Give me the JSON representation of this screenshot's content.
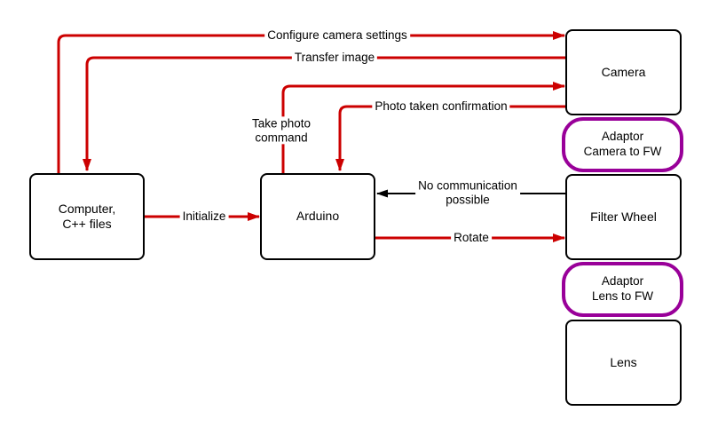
{
  "diagram": {
    "title_hint": "Camera control flow diagram",
    "colors": {
      "red": "#cc0000",
      "black": "#000000",
      "purple": "#990099",
      "background": "#ffffff",
      "dot": "#ff3333"
    },
    "nodes": {
      "computer": {
        "label": "Computer, C++ files",
        "lines": [
          "Computer,",
          "C++ files"
        ]
      },
      "arduino": {
        "label": "Arduino"
      },
      "camera": {
        "label": "Camera"
      },
      "adaptor_camera_fw": {
        "label": "Adaptor Camera to FW",
        "lines": [
          "Adaptor",
          "Camera to FW"
        ]
      },
      "filter_wheel": {
        "label": "Filter Wheel"
      },
      "adaptor_lens_fw": {
        "label": "Adaptor Lens to FW",
        "lines": [
          "Adaptor",
          "Lens to FW"
        ]
      },
      "lens": {
        "label": "Lens"
      }
    },
    "edges": {
      "configure_camera_settings": {
        "label": "Configure camera settings",
        "from": "computer",
        "to": "camera",
        "color": "#cc0000"
      },
      "transfer_image": {
        "label": "Transfer image",
        "from": "camera",
        "to": "computer",
        "color": "#cc0000"
      },
      "take_photo_command": {
        "label": "Take photo command",
        "lines": [
          "Take photo",
          "command"
        ],
        "from": "arduino",
        "to": "camera",
        "color": "#cc0000"
      },
      "photo_taken_confirmation": {
        "label": "Photo taken confirmation",
        "from": "camera",
        "to": "arduino",
        "color": "#cc0000"
      },
      "initialize": {
        "label": "Initialize",
        "from": "computer",
        "to": "arduino",
        "color": "#cc0000"
      },
      "rotate": {
        "label": "Rotate",
        "from": "arduino",
        "to": "filter_wheel",
        "color": "#cc0000"
      },
      "no_communication": {
        "label": "No communication possible",
        "lines": [
          "No communication",
          "possible"
        ],
        "from": "filter_wheel",
        "to": "arduino",
        "color": "#000000"
      }
    }
  }
}
